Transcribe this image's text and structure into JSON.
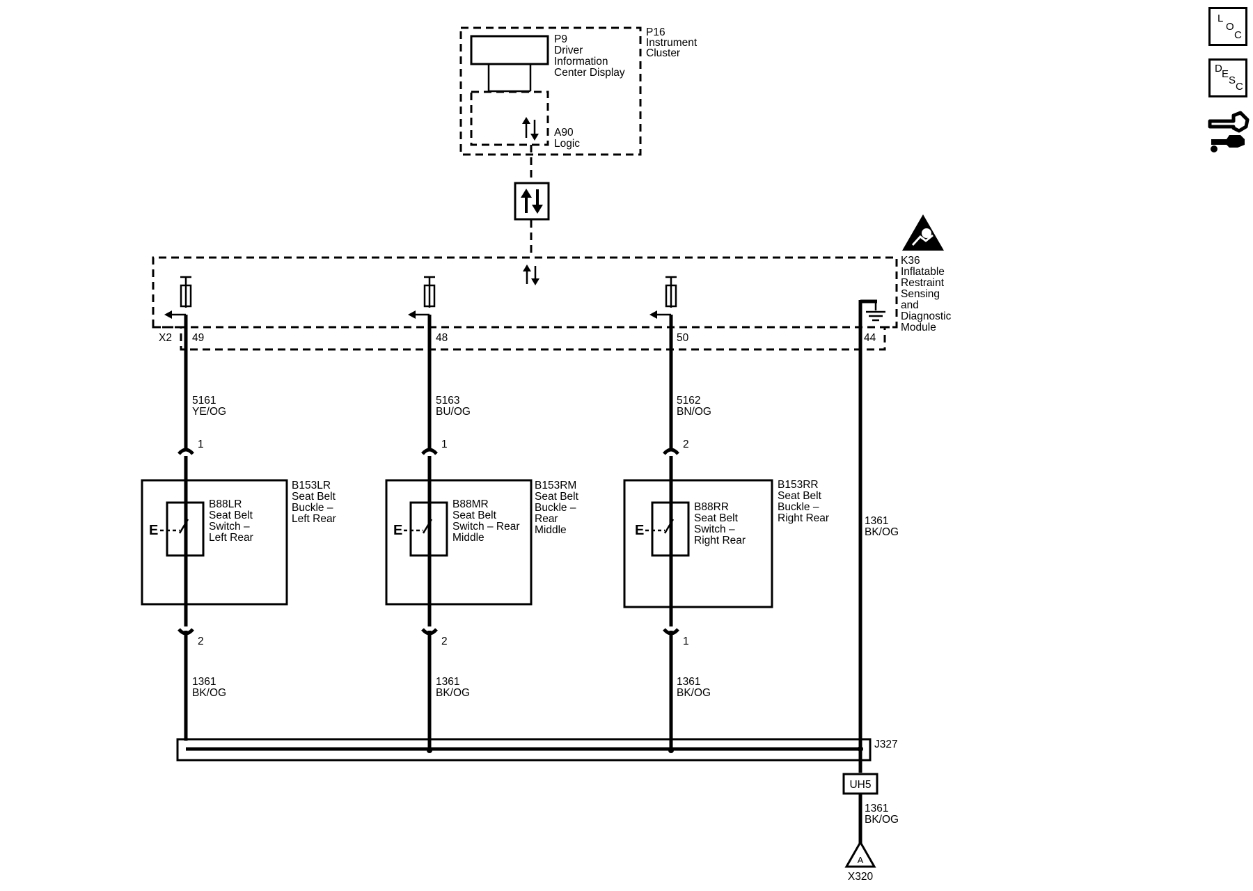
{
  "sidebar": {
    "loc": {
      "letters": [
        "L",
        "O",
        "C"
      ]
    },
    "desc": {
      "letters": [
        "D",
        "E",
        "S",
        "C"
      ]
    },
    "icons": [
      "location-icon",
      "description-icon",
      "tools-icon"
    ]
  },
  "modules": {
    "instrument_cluster": {
      "id": "P16",
      "lines": [
        "Instrument",
        "Cluster"
      ]
    },
    "dic": {
      "id": "P9",
      "lines": [
        "Driver",
        "Information",
        "Center Display"
      ]
    },
    "logic": {
      "id": "A90",
      "lines": [
        "Logic"
      ]
    },
    "sdm": {
      "id": "K36",
      "lines": [
        "Inflatable",
        "Restraint",
        "Sensing",
        "and",
        "Diagnostic",
        "Module"
      ]
    }
  },
  "connector": {
    "name": "X2",
    "pins": [
      "49",
      "48",
      "50",
      "44"
    ]
  },
  "circuits": [
    {
      "top_circuit": "5161",
      "top_color": "YE/OG",
      "top_pin": "1",
      "bottom_pin": "2",
      "bottom_circuit": "1361",
      "bottom_color": "BK/OG",
      "switch_id": "B88LR",
      "switch_lines": [
        "Seat Belt",
        "Switch –",
        "Left Rear"
      ],
      "buckle_id": "B153LR",
      "buckle_lines": [
        "Seat Belt",
        "Buckle –",
        "Left Rear"
      ]
    },
    {
      "top_circuit": "5163",
      "top_color": "BU/OG",
      "top_pin": "1",
      "bottom_pin": "2",
      "bottom_circuit": "1361",
      "bottom_color": "BK/OG",
      "switch_id": "B88MR",
      "switch_lines": [
        "Seat Belt",
        "Switch – Rear",
        "Middle"
      ],
      "buckle_id": "B153RM",
      "buckle_lines": [
        "Seat Belt",
        "Buckle –",
        "Rear",
        "Middle"
      ]
    },
    {
      "top_circuit": "5162",
      "top_color": "BN/OG",
      "top_pin": "2",
      "bottom_pin": "1",
      "bottom_circuit": "1361",
      "bottom_color": "BK/OG",
      "switch_id": "B88RR",
      "switch_lines": [
        "Seat Belt",
        "Switch –",
        "Right Rear"
      ],
      "buckle_id": "B153RR",
      "buckle_lines": [
        "Seat Belt",
        "Buckle –",
        "Right Rear"
      ]
    }
  ],
  "ground_wire": {
    "circuit": "1361",
    "color": "BK/OG"
  },
  "splice": {
    "id": "J327"
  },
  "inline_connector": {
    "label": "UH5"
  },
  "below_inline": {
    "circuit": "1361",
    "color": "BK/OG"
  },
  "ground_ref": {
    "letter": "A",
    "label": "X320"
  },
  "switch_symbol": "E"
}
